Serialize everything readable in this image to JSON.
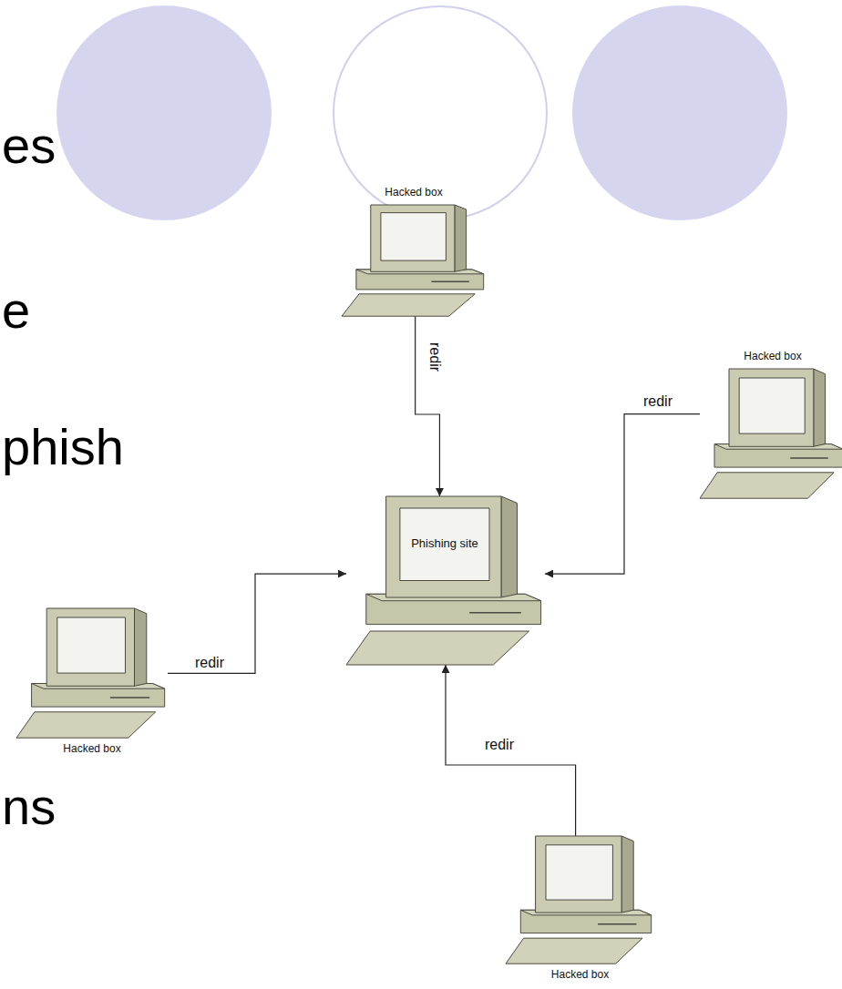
{
  "diagram": {
    "nodes": [
      {
        "text": [
          "Hacked box"
        ]
      },
      {
        "text": [
          "Hacked box"
        ]
      },
      {
        "text": [
          "Phishing site"
        ]
      },
      {
        "text": [
          "Hacked box"
        ]
      },
      {
        "text": [
          "Hacked box"
        ]
      }
    ],
    "edges": [
      {
        "from": 0,
        "to": 2,
        "label": "redir",
        "arrow": "to"
      },
      {
        "from": 1,
        "to": 2,
        "label": "redir",
        "arrow": "to"
      },
      {
        "from": 3,
        "to": 2,
        "label": "redir",
        "arrow": "to"
      },
      {
        "from": 4,
        "to": 2,
        "label": "redir",
        "arrow": "to"
      }
    ],
    "labels": [
      "es",
      "e",
      "phish",
      "ns"
    ]
  }
}
